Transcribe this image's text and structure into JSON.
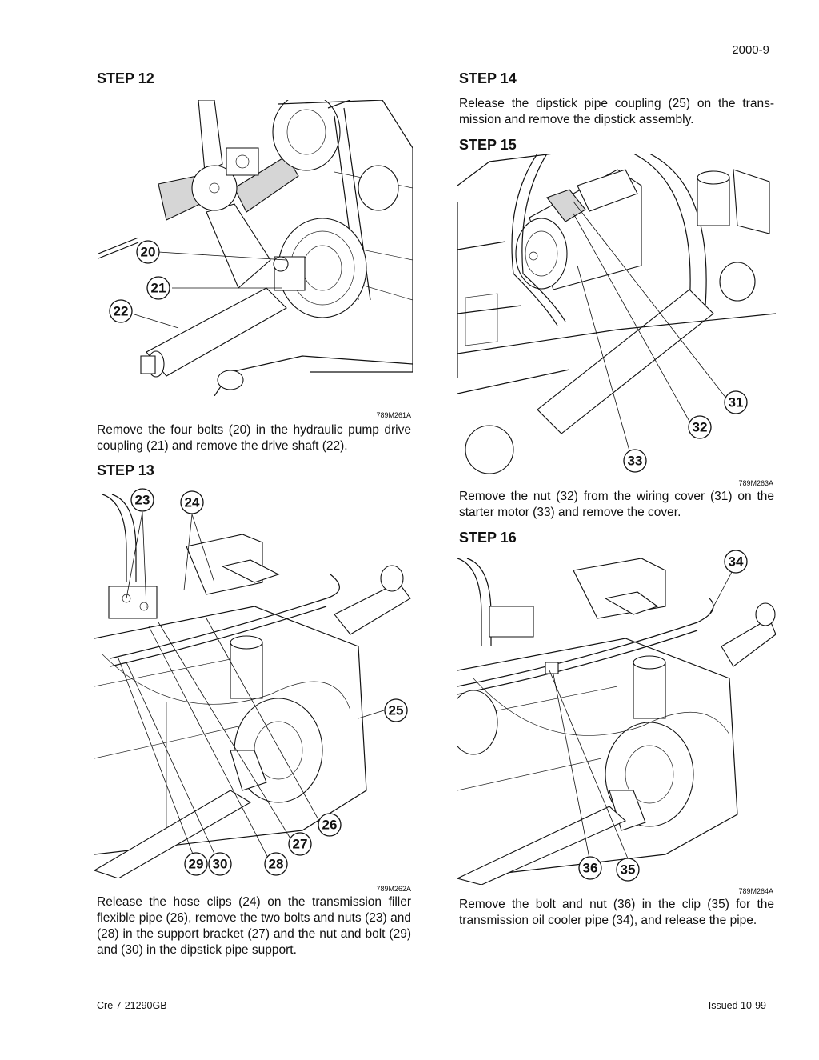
{
  "header": {
    "page_number": "2000-9"
  },
  "left": {
    "step12": {
      "heading": "STEP 12",
      "figure": {
        "ref": "789M261A",
        "callouts": [
          {
            "label": "20",
            "name": "callout-20"
          },
          {
            "label": "21",
            "name": "callout-21"
          },
          {
            "label": "22",
            "name": "callout-22"
          }
        ]
      },
      "text": "Remove the four bolts (20) in the hydraulic pump drive coupling (21) and remove the drive shaft (22)."
    },
    "step13": {
      "heading": "STEP 13",
      "figure": {
        "ref": "789M262A",
        "callouts": [
          {
            "label": "23",
            "name": "callout-23"
          },
          {
            "label": "24",
            "name": "callout-24"
          },
          {
            "label": "25",
            "name": "callout-25"
          },
          {
            "label": "26",
            "name": "callout-26"
          },
          {
            "label": "27",
            "name": "callout-27"
          },
          {
            "label": "28",
            "name": "callout-28"
          },
          {
            "label": "29",
            "name": "callout-29"
          },
          {
            "label": "30",
            "name": "callout-30"
          }
        ]
      },
      "text": "Release the hose clips (24) on the transmission filler flexible pipe (26), remove the two bolts and nuts (23) and (28) in the support bracket (27) and the nut and bolt (29) and (30) in the dipstick pipe support."
    }
  },
  "right": {
    "step14": {
      "heading": "STEP 14",
      "text": "Release the dipstick pipe coupling (25) on the trans-mission and remove the dipstick assembly."
    },
    "step15": {
      "heading": "STEP 15",
      "figure": {
        "ref": "789M263A",
        "callouts": [
          {
            "label": "31",
            "name": "callout-31"
          },
          {
            "label": "32",
            "name": "callout-32"
          },
          {
            "label": "33",
            "name": "callout-33"
          }
        ]
      },
      "text": "Remove the nut (32) from the wiring cover (31) on the starter motor (33) and remove the cover."
    },
    "step16": {
      "heading": "STEP 16",
      "figure": {
        "ref": "789M264A",
        "callouts": [
          {
            "label": "34",
            "name": "callout-34"
          },
          {
            "label": "35",
            "name": "callout-35"
          },
          {
            "label": "36",
            "name": "callout-36"
          }
        ]
      },
      "text": "Remove the bolt and nut (36) in the clip (35) for the transmission oil cooler pipe (34), and release the pipe."
    }
  },
  "footer": {
    "doc_code": "Cre  7-21290GB",
    "issued": "Issued 10-99"
  }
}
